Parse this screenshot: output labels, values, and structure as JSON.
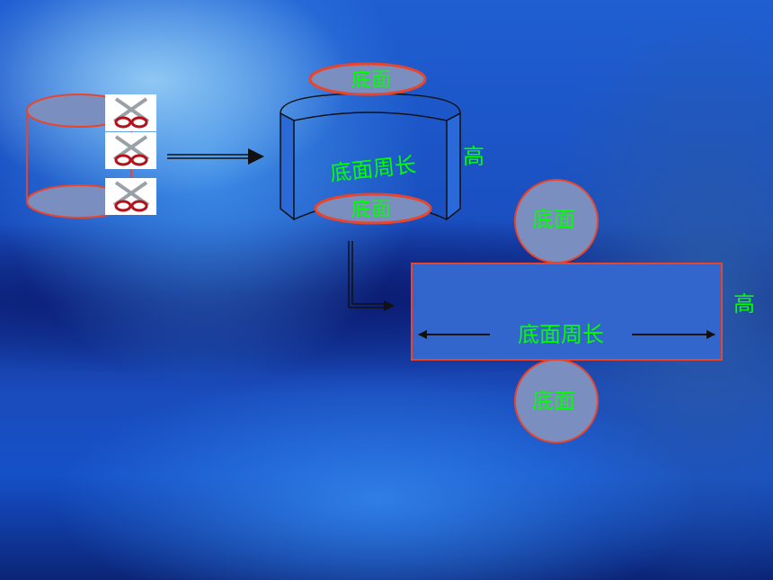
{
  "labels": {
    "top_base_lid": "底面",
    "bottom_base_lid": "底面",
    "curved_circumference": "底面周长",
    "cylinder_height": "高",
    "net_top_circle": "底面",
    "net_bottom_circle": "底面",
    "net_circumference": "底面周长",
    "net_height": "高"
  },
  "colors": {
    "label_green": "#00ff00",
    "outline_red": "#e8452c",
    "fill_grey_blue": "#7a8fc0",
    "rect_fill": "#3366cc",
    "line_dark": "#111111"
  },
  "icons": {
    "scissors": "scissors-icon"
  }
}
